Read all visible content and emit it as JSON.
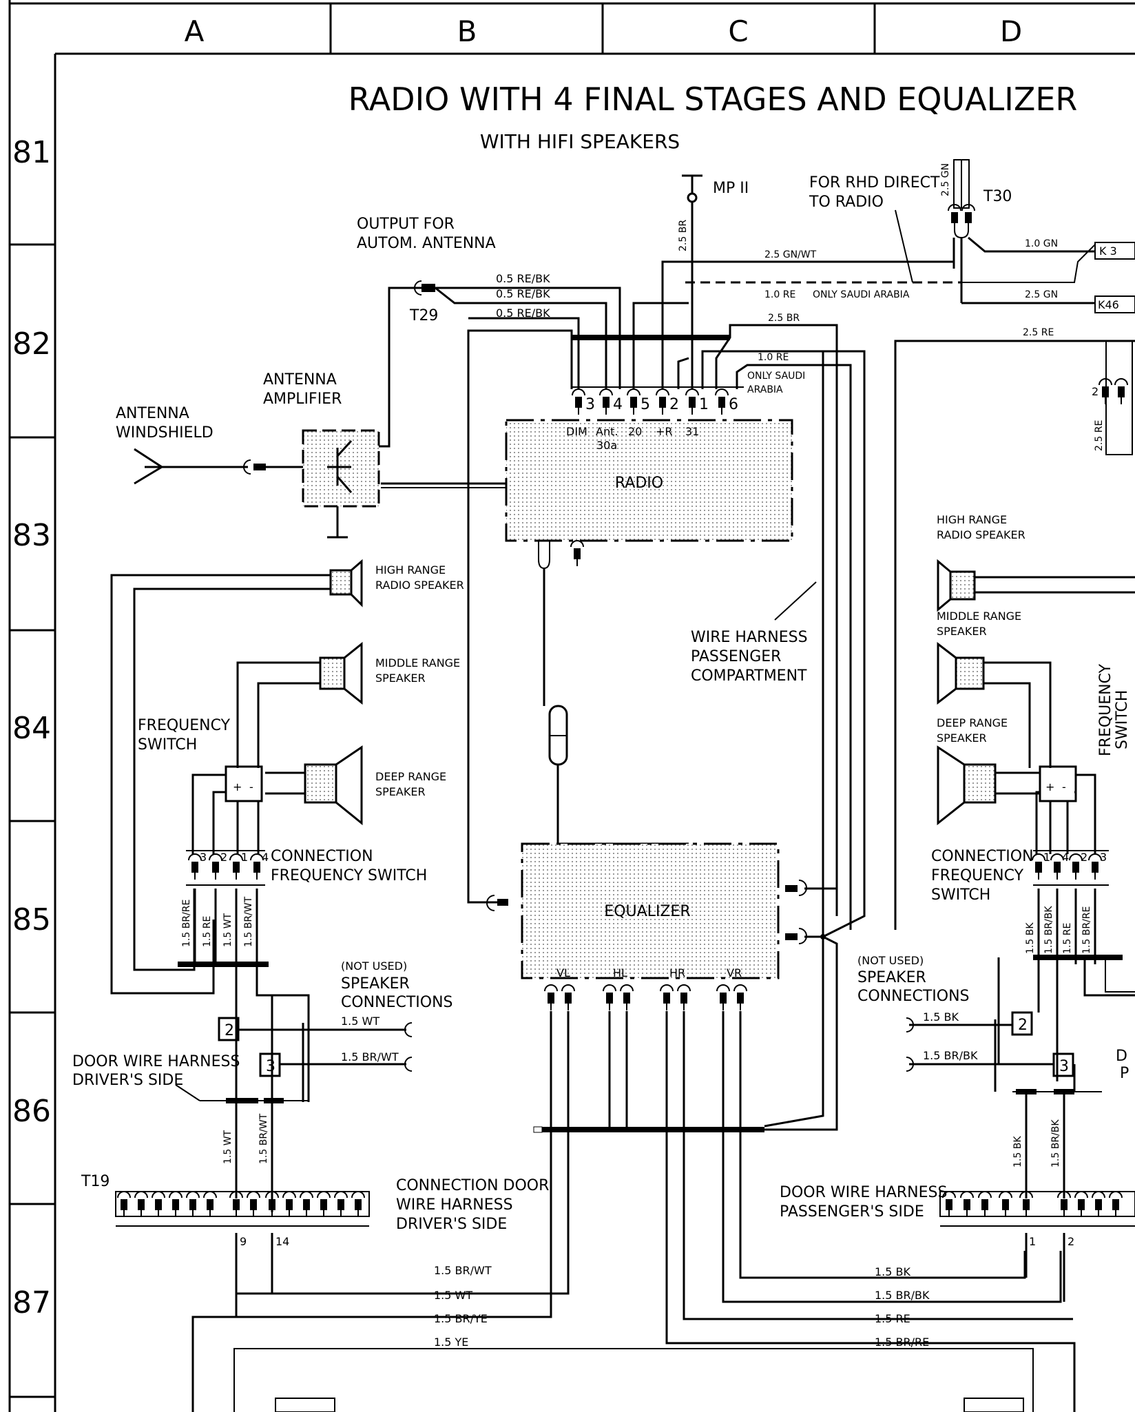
{
  "grid": {
    "columns": [
      "A",
      "B",
      "C",
      "D"
    ],
    "rows": [
      "81",
      "82",
      "83",
      "84",
      "85",
      "86",
      "87"
    ]
  },
  "title": "RADIO WITH 4 FINAL STAGES AND EQUALIZER",
  "subtitle": "WITH HIFI SPEAKERS",
  "components": {
    "mp": "MP II",
    "t30": "T30",
    "t29": "T29",
    "t19": "T19",
    "k3": "K 3",
    "k46": "K46",
    "radio": "RADIO",
    "equalizer": "EQUALIZER"
  },
  "notes": {
    "rhd_line1": "FOR RHD DIRECT",
    "rhd_line2": "TO RADIO",
    "output_line1": "OUTPUT FOR",
    "output_line2": "AUTOM. ANTENNA",
    "only_saudi": "ONLY SAUDI ARABIA",
    "only_saudi_1": "ONLY SAUDI",
    "only_saudi_2": "ARABIA",
    "antenna_amp_1": "ANTENNA",
    "antenna_amp_2": "AMPLIFIER",
    "antenna_ws_1": "ANTENNA",
    "antenna_ws_2": "WINDSHIELD",
    "harness_1": "WIRE HARNESS",
    "harness_2": "PASSENGER",
    "harness_3": "COMPARTMENT",
    "high_1": "HIGH RANGE",
    "high_2": "RADIO SPEAKER",
    "mid_1": "MIDDLE RANGE",
    "mid_2": "SPEAKER",
    "deep_1": "DEEP RANGE",
    "deep_2": "SPEAKER",
    "freq_1": "FREQUENCY",
    "freq_2": "SWITCH",
    "conn_fs_1": "CONNECTION",
    "conn_fs_2": "FREQUENCY SWITCH",
    "conn_fs_r1": "CONNECTION",
    "conn_fs_r2": "FREQUENCY",
    "conn_fs_r3": "SWITCH",
    "notused_1": "(NOT USED)",
    "notused_2": "SPEAKER",
    "notused_3": "CONNECTIONS",
    "door_d1": "DOOR WIRE HARNESS",
    "door_d2": "DRIVER'S SIDE",
    "conn_door_1": "CONNECTION DOOR",
    "conn_door_2": "WIRE HARNESS",
    "conn_door_3": "DRIVER'S SIDE",
    "door_p1": "DOOR WIRE HARNESS",
    "door_p2": "PASSENGER'S SIDE"
  },
  "radio_pins": [
    "3",
    "4",
    "5",
    "2",
    "1",
    "6"
  ],
  "radio_terms": [
    "DIM",
    "Ant.",
    "30a",
    "20",
    "+R",
    "31"
  ],
  "eq_outputs": [
    "VL",
    "HL",
    "HR",
    "VR"
  ],
  "wires": {
    "w25gn": "2.5 GN",
    "w25gnwt": "2.5 GN/WT",
    "w10gn": "1.0 GN",
    "w25gn2": "2.5 GN",
    "w10re": "1.0 RE",
    "w25br_v": "2.5 BR",
    "w25br": "2.5 BR",
    "w10re2": "1.0 RE",
    "w25re": "2.5 RE",
    "w25re_v": "2.5 RE",
    "w05rebk1": "0.5 RE/BK",
    "w05rebk2": "0.5 RE/BK",
    "w05rebk3": "0.5 RE/BK",
    "l_brre": "1.5 BR/RE",
    "l_re": "1.5 RE",
    "l_wt": "1.5 WT",
    "l_brwt": "1.5 BR/WT",
    "r_bk": "1.5 BK",
    "r_brbk": "1.5 BR/BK",
    "r_re": "1.5 RE",
    "r_brre": "1.5 BR/RE",
    "nu_wt": "1.5 WT",
    "nu_brwt": "1.5 BR/WT",
    "nu_bk": "1.5 BK",
    "nu_brbk": "1.5 BR/BK",
    "d_wt": "1.5 WT",
    "d_brwt": "1.5 BR/WT",
    "p_bk": "1.5 BK",
    "p_brbk": "1.5 BR/BK",
    "b_brwt": "1.5 BR/WT",
    "b_wt": "1.5 WT",
    "b_brye": "1.5 BR/YE",
    "b_ye": "1.5 YE",
    "b_bk": "1.5 BK",
    "b_brbk": "1.5 BR/BK",
    "b_re": "1.5 RE",
    "b_brre": "1.5 BR/RE"
  },
  "pins": {
    "fs_left": [
      "3",
      "2",
      "1",
      "4"
    ],
    "fs_right": [
      "1",
      "4",
      "2",
      "3"
    ],
    "t19_a": "9",
    "t19_b": "14",
    "door_p_a": "1",
    "door_p_b": "2",
    "box2": "2",
    "box3": "3",
    "pin2": "2",
    "cut_d": "D",
    "cut_p": "P"
  }
}
